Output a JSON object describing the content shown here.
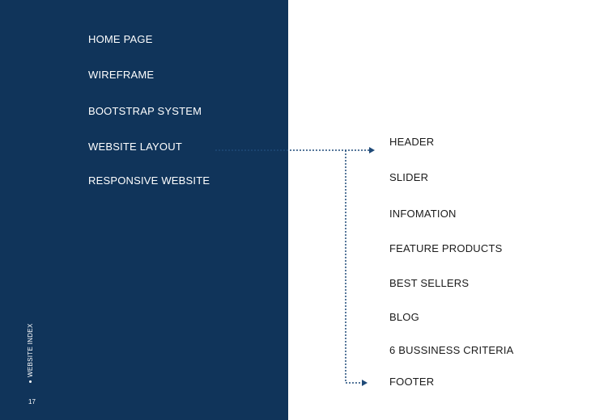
{
  "sidebar": {
    "items": [
      {
        "label": "HOME PAGE"
      },
      {
        "label": "WIREFRAME"
      },
      {
        "label": "BOOTSTRAP SYSTEM"
      },
      {
        "label": "WEBSITE LAYOUT"
      },
      {
        "label": "RESPONSIVE WEBSITE"
      }
    ],
    "section_label": "WEBSITE INDEX",
    "page_number": "17"
  },
  "layout_sections": [
    {
      "label": "HEADER"
    },
    {
      "label": "SLIDER"
    },
    {
      "label": "INFOMATION"
    },
    {
      "label": "FEATURE PRODUCTS"
    },
    {
      "label": "BEST SELLERS"
    },
    {
      "label": "BLOG"
    },
    {
      "label": "6 BUSSINESS CRITERIA"
    },
    {
      "label": "FOOTER"
    }
  ],
  "colors": {
    "panel_background": "#10345a",
    "connector": "#1f4a78"
  }
}
